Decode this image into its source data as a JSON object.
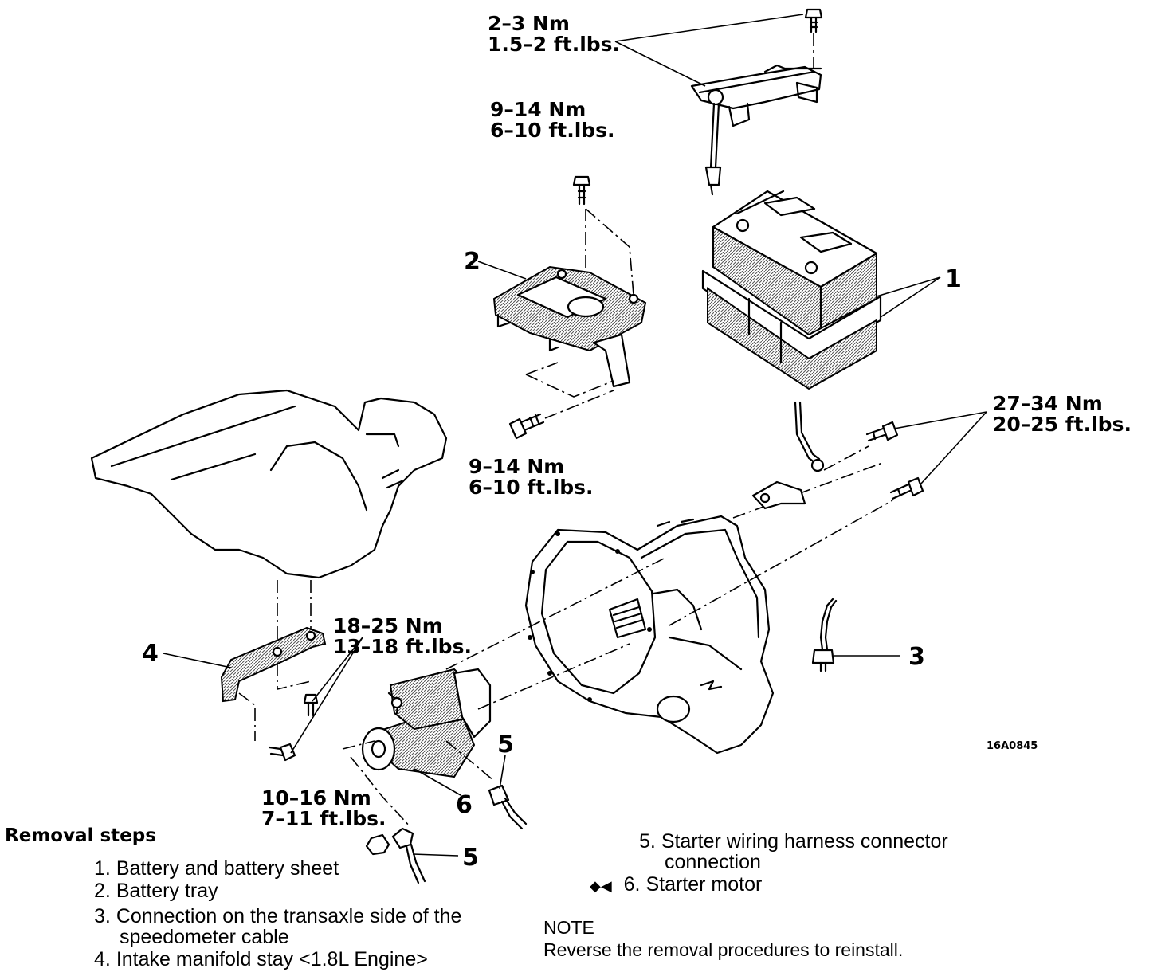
{
  "torque": {
    "t1": {
      "nm": "2–3 Nm",
      "ft": "1.5–2 ft.lbs."
    },
    "t2": {
      "nm": "9–14 Nm",
      "ft": "6–10 ft.lbs."
    },
    "t3": {
      "nm": "9–14 Nm",
      "ft": "6–10 ft.lbs."
    },
    "t4": {
      "nm": "27–34 Nm",
      "ft": "20–25 ft.lbs."
    },
    "t5": {
      "nm": "18–25 Nm",
      "ft": "13–18 ft.lbs."
    },
    "t6": {
      "nm": "10–16 Nm",
      "ft": "7–11 ft.lbs."
    }
  },
  "callouts": {
    "c1": "1",
    "c2": "2",
    "c3": "3",
    "c4": "4",
    "c5a": "5",
    "c5b": "5",
    "c6": "6"
  },
  "figure_code": "16A0845",
  "removal": {
    "heading": "Removal steps",
    "steps": [
      {
        "num": "1.",
        "text": "Battery and battery sheet"
      },
      {
        "num": "2.",
        "text": "Battery tray"
      },
      {
        "num": "3.",
        "text": "Connection on the transaxle side of the",
        "cont": "speedometer cable"
      },
      {
        "num": "4.",
        "text": "Intake manifold stay <1.8L Engine>"
      },
      {
        "num": "5.",
        "text": "Starter wiring harness connector",
        "cont": "connection"
      },
      {
        "num": "6.",
        "text": "Starter motor",
        "mark": "◆◀"
      }
    ]
  },
  "note": {
    "heading": "NOTE",
    "text": "Reverse the removal procedures to reinstall."
  }
}
